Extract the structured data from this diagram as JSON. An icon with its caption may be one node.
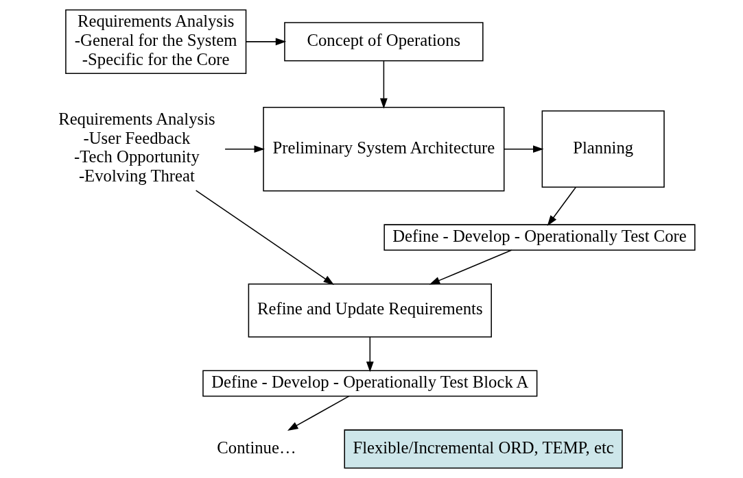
{
  "diagram": {
    "nodes": [
      {
        "text": [
          "Requirements Analysis",
          "-General for the System",
          "-Specific for the Core"
        ]
      },
      {
        "text": [
          "Concept of Operations"
        ]
      },
      {
        "text": [
          "Preliminary System Architecture"
        ]
      },
      {
        "text": [
          "Planning"
        ]
      },
      {
        "text": [
          "Define - Develop - Operationally Test Core"
        ]
      },
      {
        "text": [
          "Refine and Update Requirements"
        ]
      },
      {
        "text": [
          "Define - Develop - Operationally Test Block A"
        ]
      },
      {
        "text": [
          "Continue…"
        ]
      },
      {
        "text": [
          "Requirements Analysis",
          "-User Feedback",
          "-Tech Opportunity",
          "-Evolving Threat"
        ]
      },
      {
        "text": [
          "Flexible/Incremental ORD, TEMP, etc"
        ]
      }
    ],
    "edges": [
      {
        "from": 0,
        "to": 1,
        "arrow": "to"
      },
      {
        "from": 1,
        "to": 2,
        "arrow": "to"
      },
      {
        "from": 2,
        "to": 3,
        "arrow": "to"
      },
      {
        "from": 3,
        "to": 4,
        "arrow": "to"
      },
      {
        "from": 4,
        "to": 5,
        "arrow": "to"
      },
      {
        "from": 5,
        "to": 6,
        "arrow": "to"
      },
      {
        "from": 6,
        "to": 7,
        "arrow": "to"
      },
      {
        "from": 8,
        "to": 2,
        "arrow": "to"
      },
      {
        "from": 8,
        "to": 5,
        "arrow": "to"
      }
    ]
  }
}
